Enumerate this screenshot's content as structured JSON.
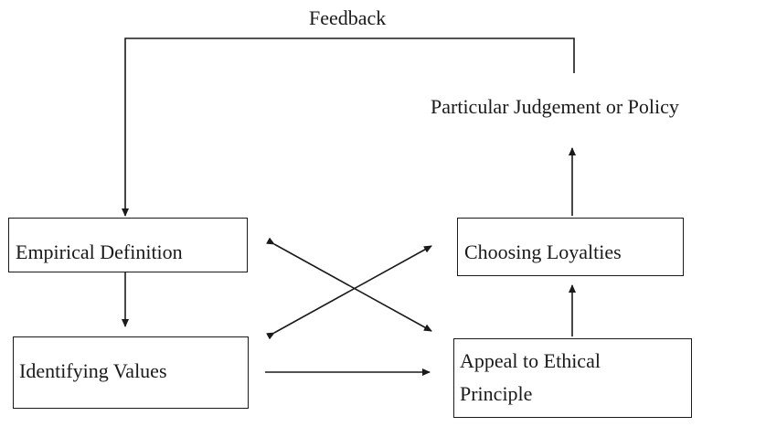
{
  "diagram": {
    "feedback_label": "Feedback",
    "judgement_label": "Particular Judgement or Policy",
    "nodes": {
      "empirical_definition": "Empirical Definition",
      "identifying_values": "Identifying Values",
      "choosing_loyalties": "Choosing Loyalties",
      "appeal_line1": "Appeal to Ethical",
      "appeal_line2": "Principle"
    },
    "line_color": "#1a1a1a"
  }
}
